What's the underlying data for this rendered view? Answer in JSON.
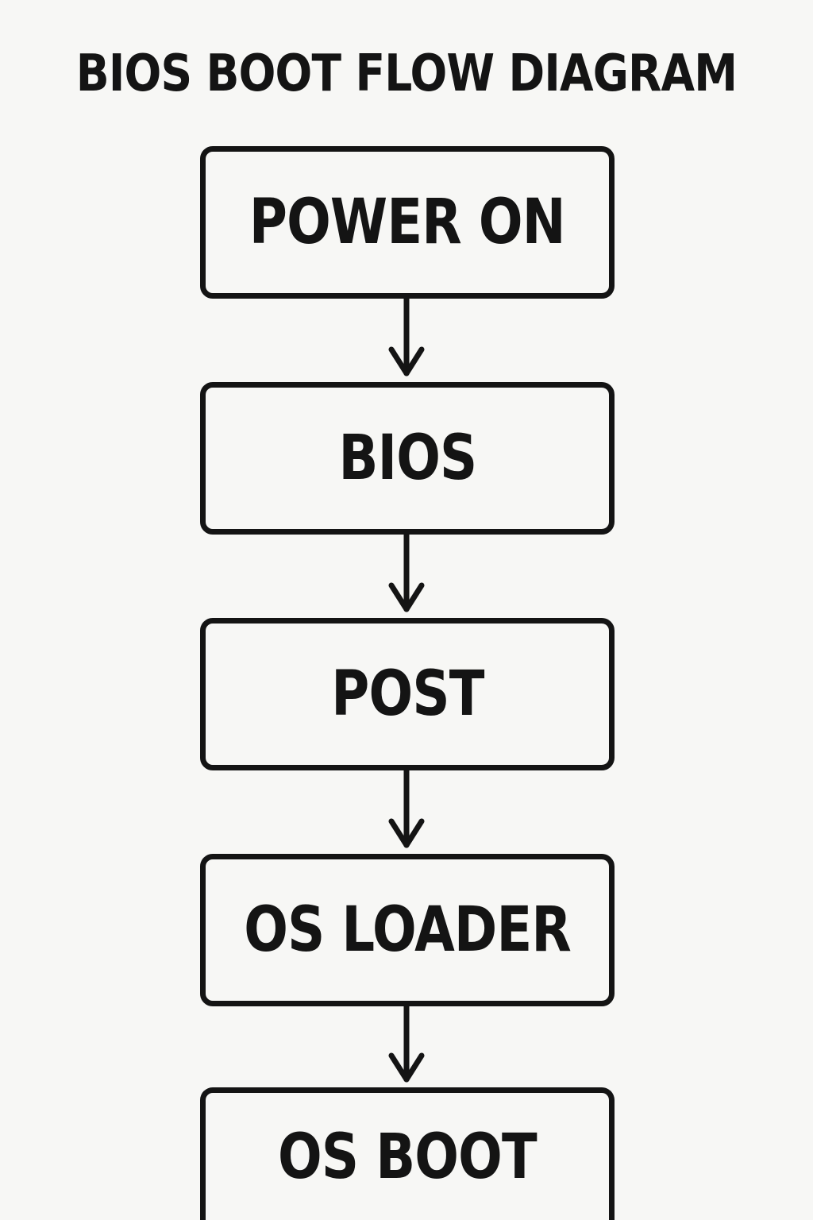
{
  "title": "BIOS BOOT FLOW DIAGRAM",
  "nodes": [
    {
      "label": "POWER ON"
    },
    {
      "label": "BIOS"
    },
    {
      "label": "POST"
    },
    {
      "label": "OS LOADER"
    },
    {
      "label": "OS BOOT"
    }
  ],
  "colors": {
    "ink": "#141414",
    "background": "#f7f7f5"
  }
}
